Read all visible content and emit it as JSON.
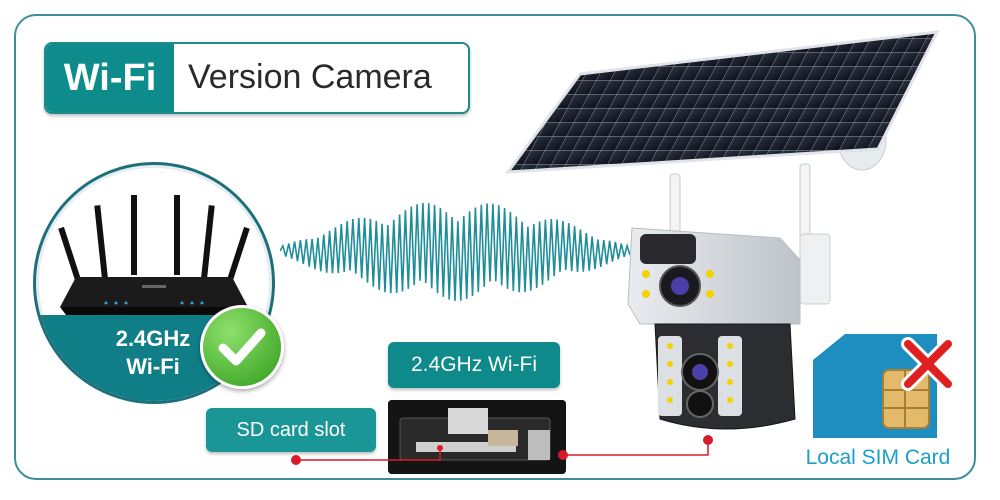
{
  "title": {
    "badge": "Wi-Fi",
    "text": "Version Camera"
  },
  "router": {
    "label_line1": "2.4GHz",
    "label_line2": "Wi-Fi",
    "supported_icon": "checkmark-icon"
  },
  "camera": {
    "wifi_label": "2.4GHz Wi-Fi",
    "sd_label": "SD card slot"
  },
  "sim": {
    "label": "Local SIM Card",
    "unsupported_icon": "x-mark-icon"
  },
  "colors": {
    "teal": "#0e8c8c",
    "frame": "#3c8f98",
    "sim_blue": "#1aa0c8",
    "check_green": "#2f9b1b",
    "cross_red": "#e02020",
    "callout_red": "#d81b2a"
  }
}
